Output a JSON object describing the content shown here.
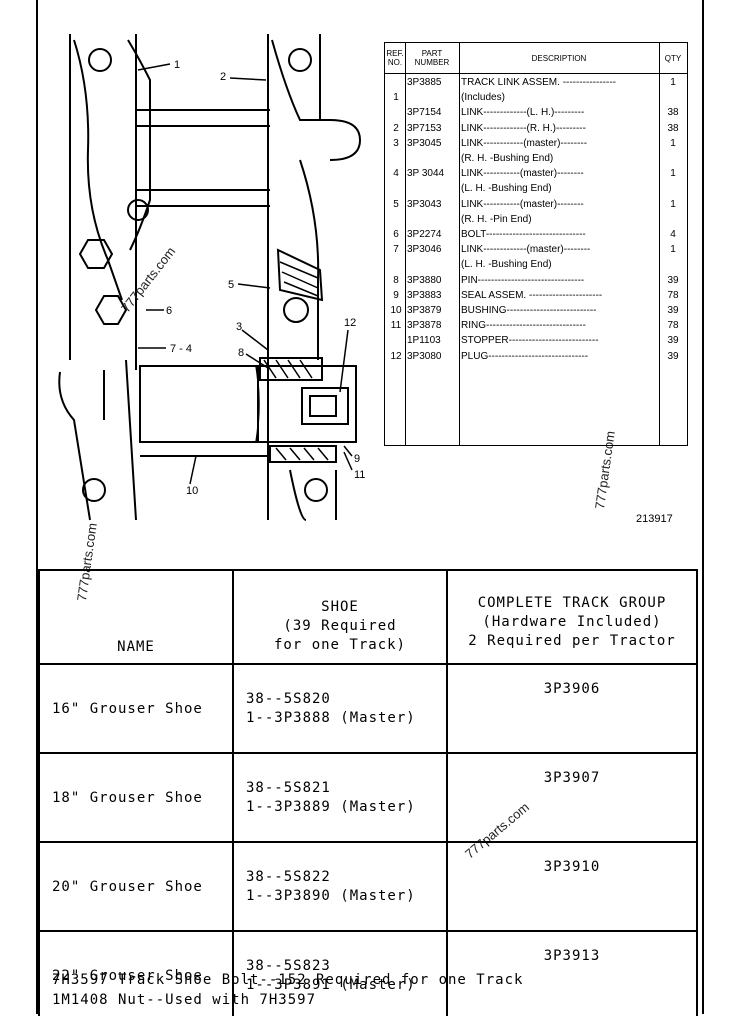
{
  "watermark": "777parts.com",
  "drawing": {
    "callouts": [
      "1",
      "2",
      "5",
      "6",
      "7 - 4",
      "3",
      "8",
      "12",
      "9",
      "11",
      "10"
    ],
    "drawing_number": "213917"
  },
  "parts_list": {
    "headers": {
      "ref": "REF. NO.",
      "part": "PART NUMBER",
      "desc": "DESCRIPTION",
      "qty": "QTY"
    },
    "rows": [
      {
        "ref": "",
        "part": "3P3885",
        "desc": "TRACK LINK ASSEM. ----------------",
        "qty": "1"
      },
      {
        "ref": "1",
        "part": "",
        "desc": "(Includes)",
        "qty": ""
      },
      {
        "ref": "",
        "part": "3P7154",
        "desc": "LINK-------------(L. H.)---------",
        "qty": "38"
      },
      {
        "ref": "2",
        "part": "3P7153",
        "desc": "LINK-------------(R. H.)---------",
        "qty": "38"
      },
      {
        "ref": "3",
        "part": "3P3045",
        "desc": "LINK------------(master)--------",
        "qty": "1"
      },
      {
        "ref": "",
        "part": "",
        "desc": "(R. H. -Bushing End)",
        "qty": ""
      },
      {
        "ref": "4",
        "part": "3P 3044",
        "desc": "LINK-----------(master)--------",
        "qty": "1"
      },
      {
        "ref": "",
        "part": "",
        "desc": "(L. H. -Bushing End)",
        "qty": ""
      },
      {
        "ref": "5",
        "part": "3P3043",
        "desc": "LINK-----------(master)--------",
        "qty": "1"
      },
      {
        "ref": "",
        "part": "",
        "desc": "(R. H. -Pin End)",
        "qty": ""
      },
      {
        "ref": "6",
        "part": "3P2274",
        "desc": "BOLT------------------------------",
        "qty": "4"
      },
      {
        "ref": "7",
        "part": "3P3046",
        "desc": "LINK-------------(master)--------",
        "qty": "1"
      },
      {
        "ref": "",
        "part": "",
        "desc": "(L. H. -Bushing End)",
        "qty": ""
      },
      {
        "ref": "8",
        "part": "3P3880",
        "desc": "PIN--------------------------------",
        "qty": "39"
      },
      {
        "ref": "9",
        "part": "3P3883",
        "desc": "SEAL ASSEM. ----------------------",
        "qty": "78"
      },
      {
        "ref": "10",
        "part": "3P3879",
        "desc": "BUSHING---------------------------",
        "qty": "39"
      },
      {
        "ref": "11",
        "part": "3P3878",
        "desc": "RING------------------------------",
        "qty": "78"
      },
      {
        "ref": "",
        "part": "1P1103",
        "desc": "STOPPER---------------------------",
        "qty": "39"
      },
      {
        "ref": "12",
        "part": "3P3080",
        "desc": "PLUG------------------------------",
        "qty": "39"
      }
    ]
  },
  "shoe_table": {
    "headers": {
      "name": "NAME",
      "shoe_1": "SHOE",
      "shoe_2": "(39 Required",
      "shoe_3": "for one Track)",
      "group_1": "COMPLETE TRACK GROUP",
      "group_2": "(Hardware Included)",
      "group_3": "2 Required per Tractor"
    },
    "rows": [
      {
        "name": "16\" Grouser Shoe",
        "shoe_1": "38--5S820",
        "shoe_2": "1--3P3888 (Master)",
        "group": "3P3906"
      },
      {
        "name": "18\" Grouser Shoe",
        "shoe_1": "38--5S821",
        "shoe_2": "1--3P3889 (Master)",
        "group": "3P3907"
      },
      {
        "name": "20\" Grouser Shoe",
        "shoe_1": "38--5S822",
        "shoe_2": "1--3P3890 (Master)",
        "group": "3P3910"
      },
      {
        "name": "22\" Grouser Shoe",
        "shoe_1": "38--5S823",
        "shoe_2": "1--3P3891 (Master)",
        "group": "3P3913"
      }
    ]
  },
  "footer": {
    "line_1": "7H3597 Track Shoe Bolt--152 Required for one Track",
    "line_2": "1M1408 Nut--Used with 7H3597"
  }
}
